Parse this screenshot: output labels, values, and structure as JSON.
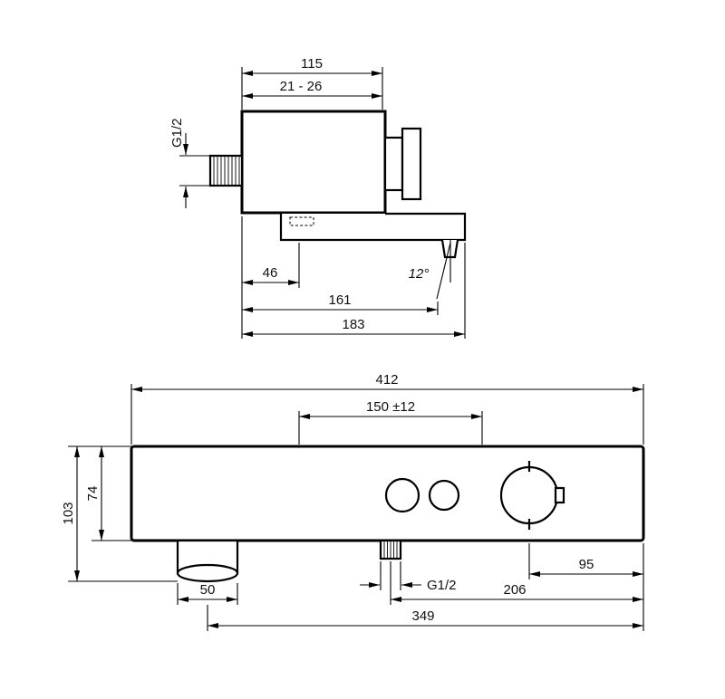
{
  "drawing": {
    "side_view": {
      "dim_width": "115",
      "dim_wall_range": "21 - 26",
      "inlet_thread": "G1/2",
      "dim_spout_front": "46",
      "dim_spout_outlet": "161",
      "dim_spout_total": "183",
      "spout_angle": "12°"
    },
    "front_view": {
      "dim_total_width": "412",
      "dim_connection": "150 ±12",
      "dim_total_height": "103",
      "dim_body_height": "74",
      "dim_foot_width": "50",
      "outlet_thread": "G1/2",
      "dim_dial_to_edge": "95",
      "dim_outlet_to_edge": "206",
      "dim_foot_to_edge": "349"
    }
  }
}
